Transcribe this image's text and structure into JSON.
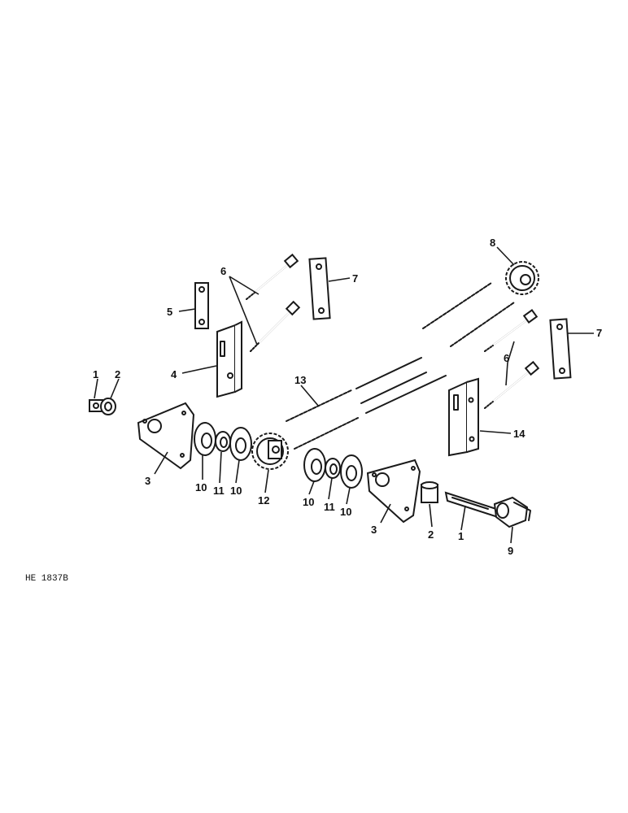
{
  "figure_id": "HE 1837B",
  "callouts": [
    {
      "id": "c1a",
      "text": "1"
    },
    {
      "id": "c2a",
      "text": "2"
    },
    {
      "id": "c3a",
      "text": "3"
    },
    {
      "id": "c4",
      "text": "4"
    },
    {
      "id": "c5",
      "text": "5"
    },
    {
      "id": "c6a",
      "text": "6"
    },
    {
      "id": "c7a",
      "text": "7"
    },
    {
      "id": "c8",
      "text": "8"
    },
    {
      "id": "c7b",
      "text": "7"
    },
    {
      "id": "c6b",
      "text": "6"
    },
    {
      "id": "c13",
      "text": "13"
    },
    {
      "id": "c14",
      "text": "14"
    },
    {
      "id": "c10a",
      "text": "10"
    },
    {
      "id": "c11a",
      "text": "11"
    },
    {
      "id": "c10b",
      "text": "10"
    },
    {
      "id": "c12",
      "text": "12"
    },
    {
      "id": "c10c",
      "text": "10"
    },
    {
      "id": "c11b",
      "text": "11"
    },
    {
      "id": "c10d",
      "text": "10"
    },
    {
      "id": "c3b",
      "text": "3"
    },
    {
      "id": "c2b",
      "text": "2"
    },
    {
      "id": "c1b",
      "text": "1"
    },
    {
      "id": "c9",
      "text": "9"
    }
  ]
}
